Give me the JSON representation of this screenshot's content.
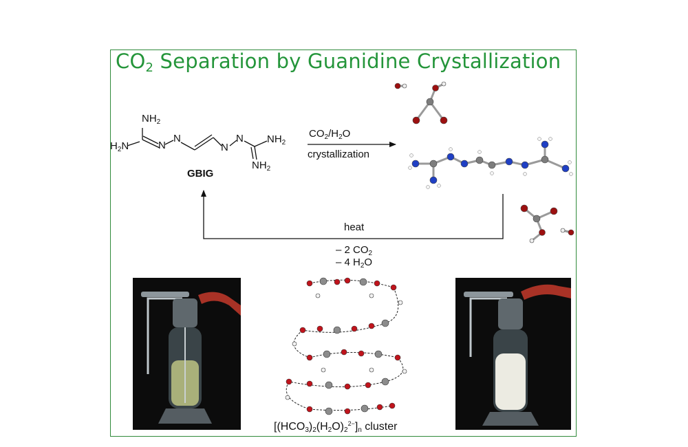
{
  "title": {
    "prefix": "CO",
    "sub": "2",
    "rest": " Separation by Guanidine Crystallization"
  },
  "molecule": {
    "nh2_top": "NH",
    "nh2_top_sub": "2",
    "h2n_left": "H",
    "h2n_left_sub": "2",
    "h2n_left_end": "N",
    "n1": "N",
    "n2": "N",
    "n3": "N",
    "n4": "N",
    "nh2_right": "NH",
    "nh2_right_sub": "2",
    "nh2_bottom": "NH",
    "nh2_bottom_sub": "2",
    "name": "GBIG"
  },
  "forward_arrow": {
    "reagent_a": "CO",
    "reagent_a_sub": "2",
    "reagent_b": "/H",
    "reagent_b_sub": "2",
    "reagent_c": "O",
    "condition": "crystallization"
  },
  "return_arrow": {
    "condition": "heat",
    "loss_co2_prefix": "– 2 CO",
    "loss_co2_sub": "2",
    "loss_h2o_prefix": "– 4 H",
    "loss_h2o_sub": "2",
    "loss_h2o_end": "O"
  },
  "cluster_label": {
    "p1": "[(HCO",
    "s1": "3",
    "p2": ")",
    "s2": "2",
    "p3": "(H",
    "s3": "2",
    "p4": "O)",
    "s4": "2",
    "sup1": "2−",
    "p5": "]",
    "s5": "n",
    "p6": " cluster"
  },
  "colors": {
    "title": "#24953a",
    "frame": "#2f8a3a",
    "nitrogen": "#1f3fc4",
    "oxygen": "#c0141c",
    "carbon": "#8c8c8c",
    "hydrogen": "#f2f2f2"
  }
}
